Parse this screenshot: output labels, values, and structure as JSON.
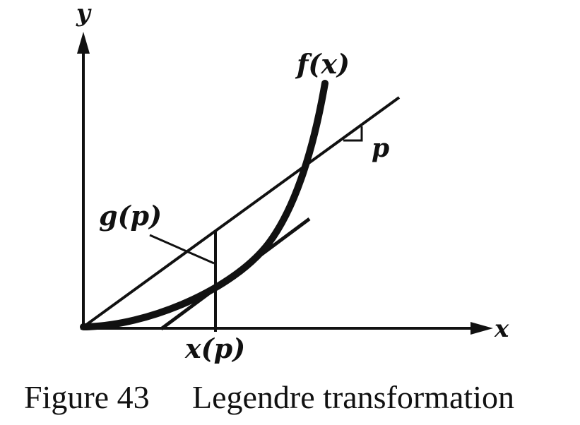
{
  "diagram": {
    "axes": {
      "x_label": "x",
      "y_label": "y"
    },
    "labels": {
      "curve": "f(x)",
      "slope": "p",
      "intercept": "g(p)",
      "tangent_point": "x(p)"
    },
    "caption": {
      "figure_number": "Figure 43",
      "title": "Legendre transformation"
    }
  },
  "colors": {
    "ink": "#111111",
    "background": "#ffffff"
  }
}
